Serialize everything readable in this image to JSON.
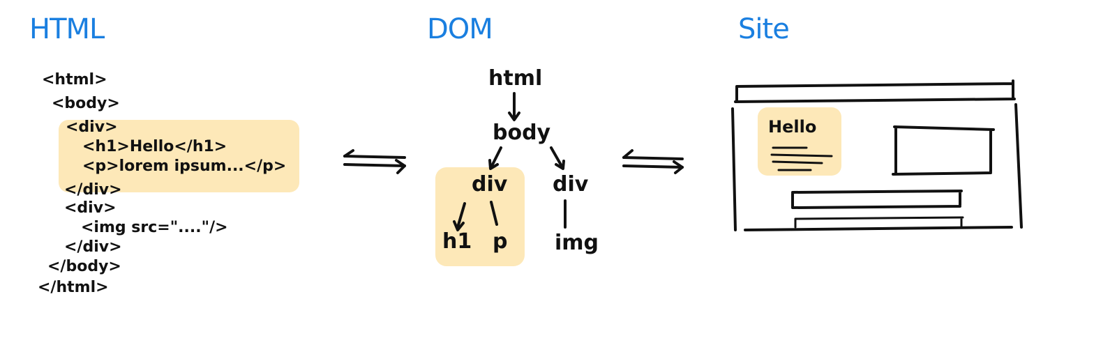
{
  "titles": {
    "html": "HTML",
    "dom": "DOM",
    "site": "Site"
  },
  "code_lines": [
    "<html>",
    "<body>",
    "<div>",
    "<h1>Hello</h1>",
    "<p>lorem ipsum...</p>",
    "</div>",
    "<div>",
    "<img src=\"....\"/>",
    "</div>",
    "</body>",
    "</html>"
  ],
  "dom_nodes": {
    "html": "html",
    "body": "body",
    "div_left": "div",
    "div_right": "div",
    "h1": "h1",
    "p": "p",
    "img": "img"
  },
  "site": {
    "hello": "Hello"
  },
  "colors": {
    "accent": "#1a7fe0",
    "highlight": "#fde8b8",
    "ink": "#111111"
  },
  "icons": {
    "arrows": "left-right-harpoon-icon"
  }
}
